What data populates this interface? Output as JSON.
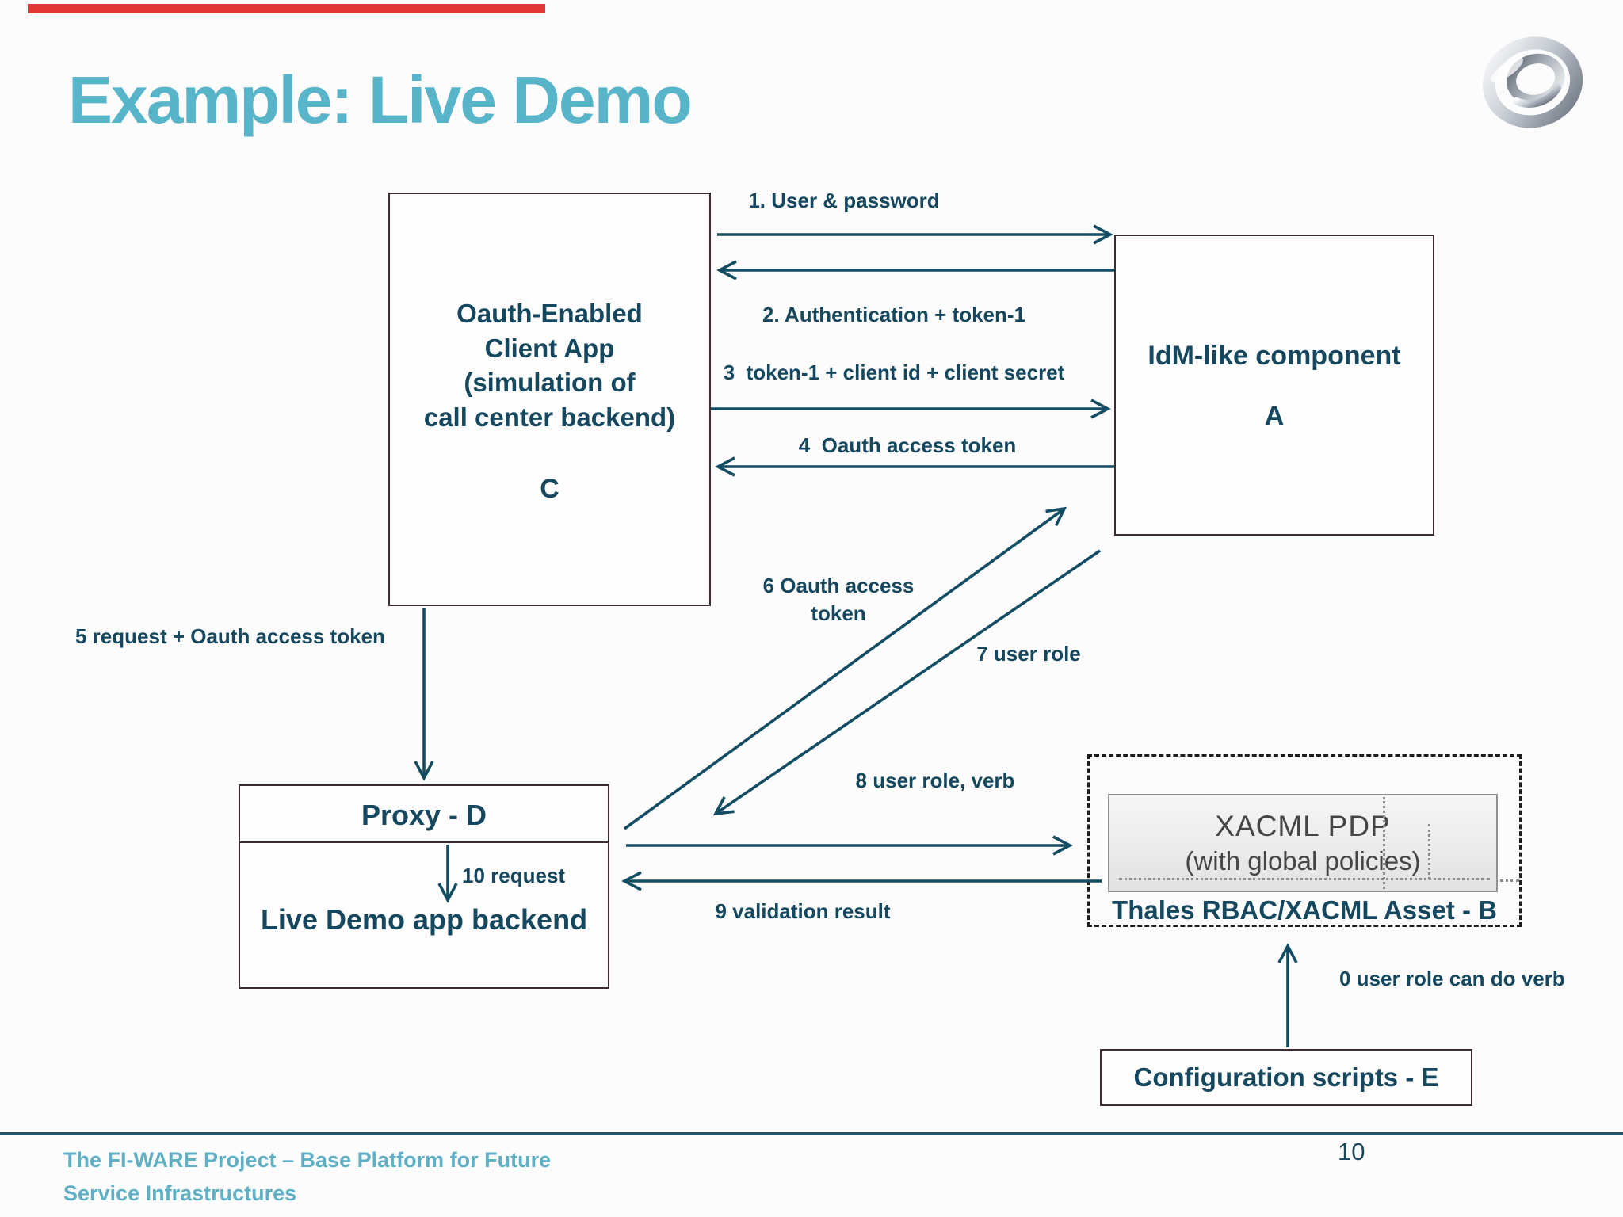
{
  "slide": {
    "title": "Example: Live Demo",
    "page_number": "10"
  },
  "colors": {
    "title_text": "#58b4c8",
    "diagram_text": "#15485e",
    "arrow": "#134d63",
    "box_border": "#3c2b31",
    "accent_bar": "#e23637",
    "footer_text": "#5fb0c4",
    "pdp_text": "#454545"
  },
  "logo": {
    "name": "fiware-logo"
  },
  "boxes": {
    "client": {
      "text": "Oauth-Enabled\nClient App\n(simulation of\ncall center backend)",
      "letter": "C"
    },
    "idm": {
      "text": "IdM-like component",
      "letter": "A"
    },
    "proxy": {
      "title": "Proxy - D",
      "body": "Live Demo app backend"
    },
    "thales": {
      "pdp_line1": "XACML PDP",
      "pdp_line2": "(with global policies)",
      "caption": "Thales RBAC/XACML Asset - B"
    },
    "config": {
      "label": "Configuration scripts - E"
    }
  },
  "messages": {
    "m1": "1. User & password",
    "m2": "2. Authentication + token-1",
    "m3": "3  token-1 + client id + client secret",
    "m4": "4  Oauth access token",
    "m5": "5 request + Oauth access token",
    "m6": "6  Oauth access\ntoken",
    "m7": "7 user role",
    "m8": "8 user role, verb",
    "m9": "9 validation result",
    "m10": "10 request",
    "m0": "0 user role can do verb"
  },
  "footer": {
    "text": "The FI-WARE Project – Base Platform for Future\nService Infrastructures"
  }
}
